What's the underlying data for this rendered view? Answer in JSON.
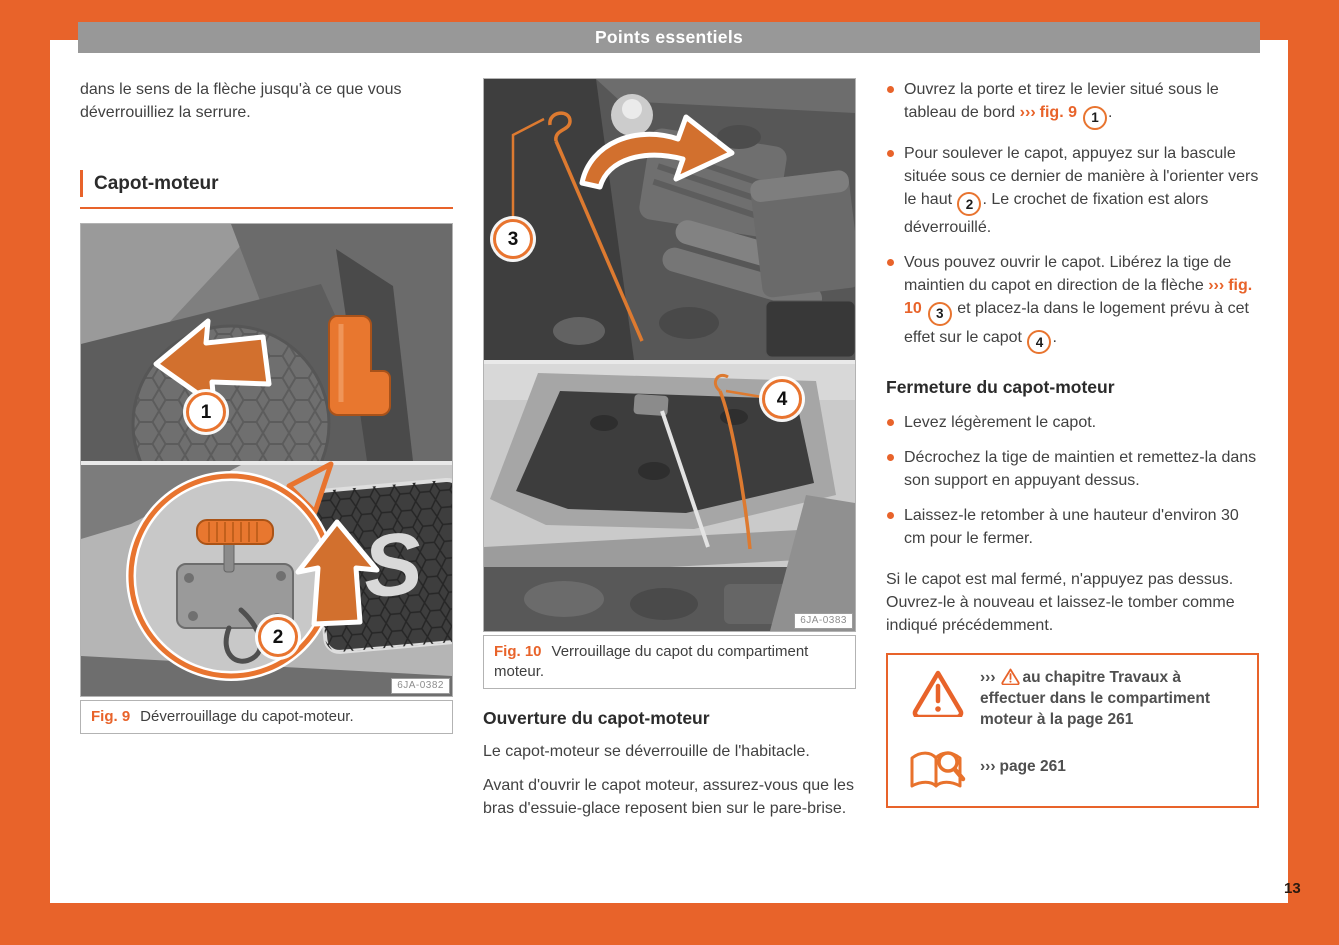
{
  "page": {
    "header_title": "Points essentiels",
    "page_number": "13"
  },
  "symbols": {
    "ref_arrows": "›››"
  },
  "colors": {
    "accent": "#E8632A",
    "header_bar": "#989898"
  },
  "left": {
    "intro": "dans le sens de la flèche jusqu'à ce que vous déverrouilliez la serrure.",
    "section_title": "Capot-moteur",
    "fig9": {
      "label": "Fig. 9",
      "caption": "Déverrouillage du capot-moteur.",
      "image_code": "6JA-0382",
      "grille_logo": "S",
      "callouts": [
        "1",
        "2"
      ]
    }
  },
  "middle": {
    "fig10": {
      "label": "Fig. 10",
      "caption": "Verrouillage du capot du compartiment moteur.",
      "image_code": "6JA-0383",
      "callouts": [
        "3",
        "4"
      ]
    },
    "subheading": "Ouverture du capot-moteur",
    "para1": "Le capot-moteur se déverrouille de l'habitacle.",
    "para2": "Avant d'ouvrir le capot moteur, assurez-vous que les bras d'essuie-glace reposent bien sur le pare-brise."
  },
  "right": {
    "open_bullets": {
      "b1": {
        "pre": "Ouvrez la porte et tirez le levier situé sous le tableau de bord ",
        "ref": "fig. 9",
        "callout": "1",
        "post": "."
      },
      "b2": {
        "pre": "Pour soulever le capot, appuyez sur la bascule située sous ce dernier de manière à l'orienter vers le haut ",
        "callout": "2",
        "post": ". Le crochet de fixation est alors déverrouillé."
      },
      "b3": {
        "pre": "Vous pouvez ouvrir le capot. Libérez la tige de maintien du capot en direction de la flèche ",
        "ref": "fig. 10",
        "callout1": "3",
        "mid": " et placez-la dans le logement prévu à cet effet sur le capot ",
        "callout2": "4",
        "post": "."
      }
    },
    "close_heading": "Fermeture du capot-moteur",
    "close_bullets": {
      "b1": "Levez légèrement le capot.",
      "b2": "Décrochez la tige de maintien et remettez-la dans son support en appuyant dessus.",
      "b3": "Laissez-le retomber à une hauteur d'environ 30 cm pour le fermer."
    },
    "note": "Si le capot est mal fermé, n'appuyez pas dessus. Ouvrez-le à nouveau et laissez-le tomber comme indiqué précédemment.",
    "info_box": {
      "row1_text": "au chapitre Travaux à effectuer dans le compartiment moteur à la page 261",
      "row2_text": "page 261"
    }
  }
}
